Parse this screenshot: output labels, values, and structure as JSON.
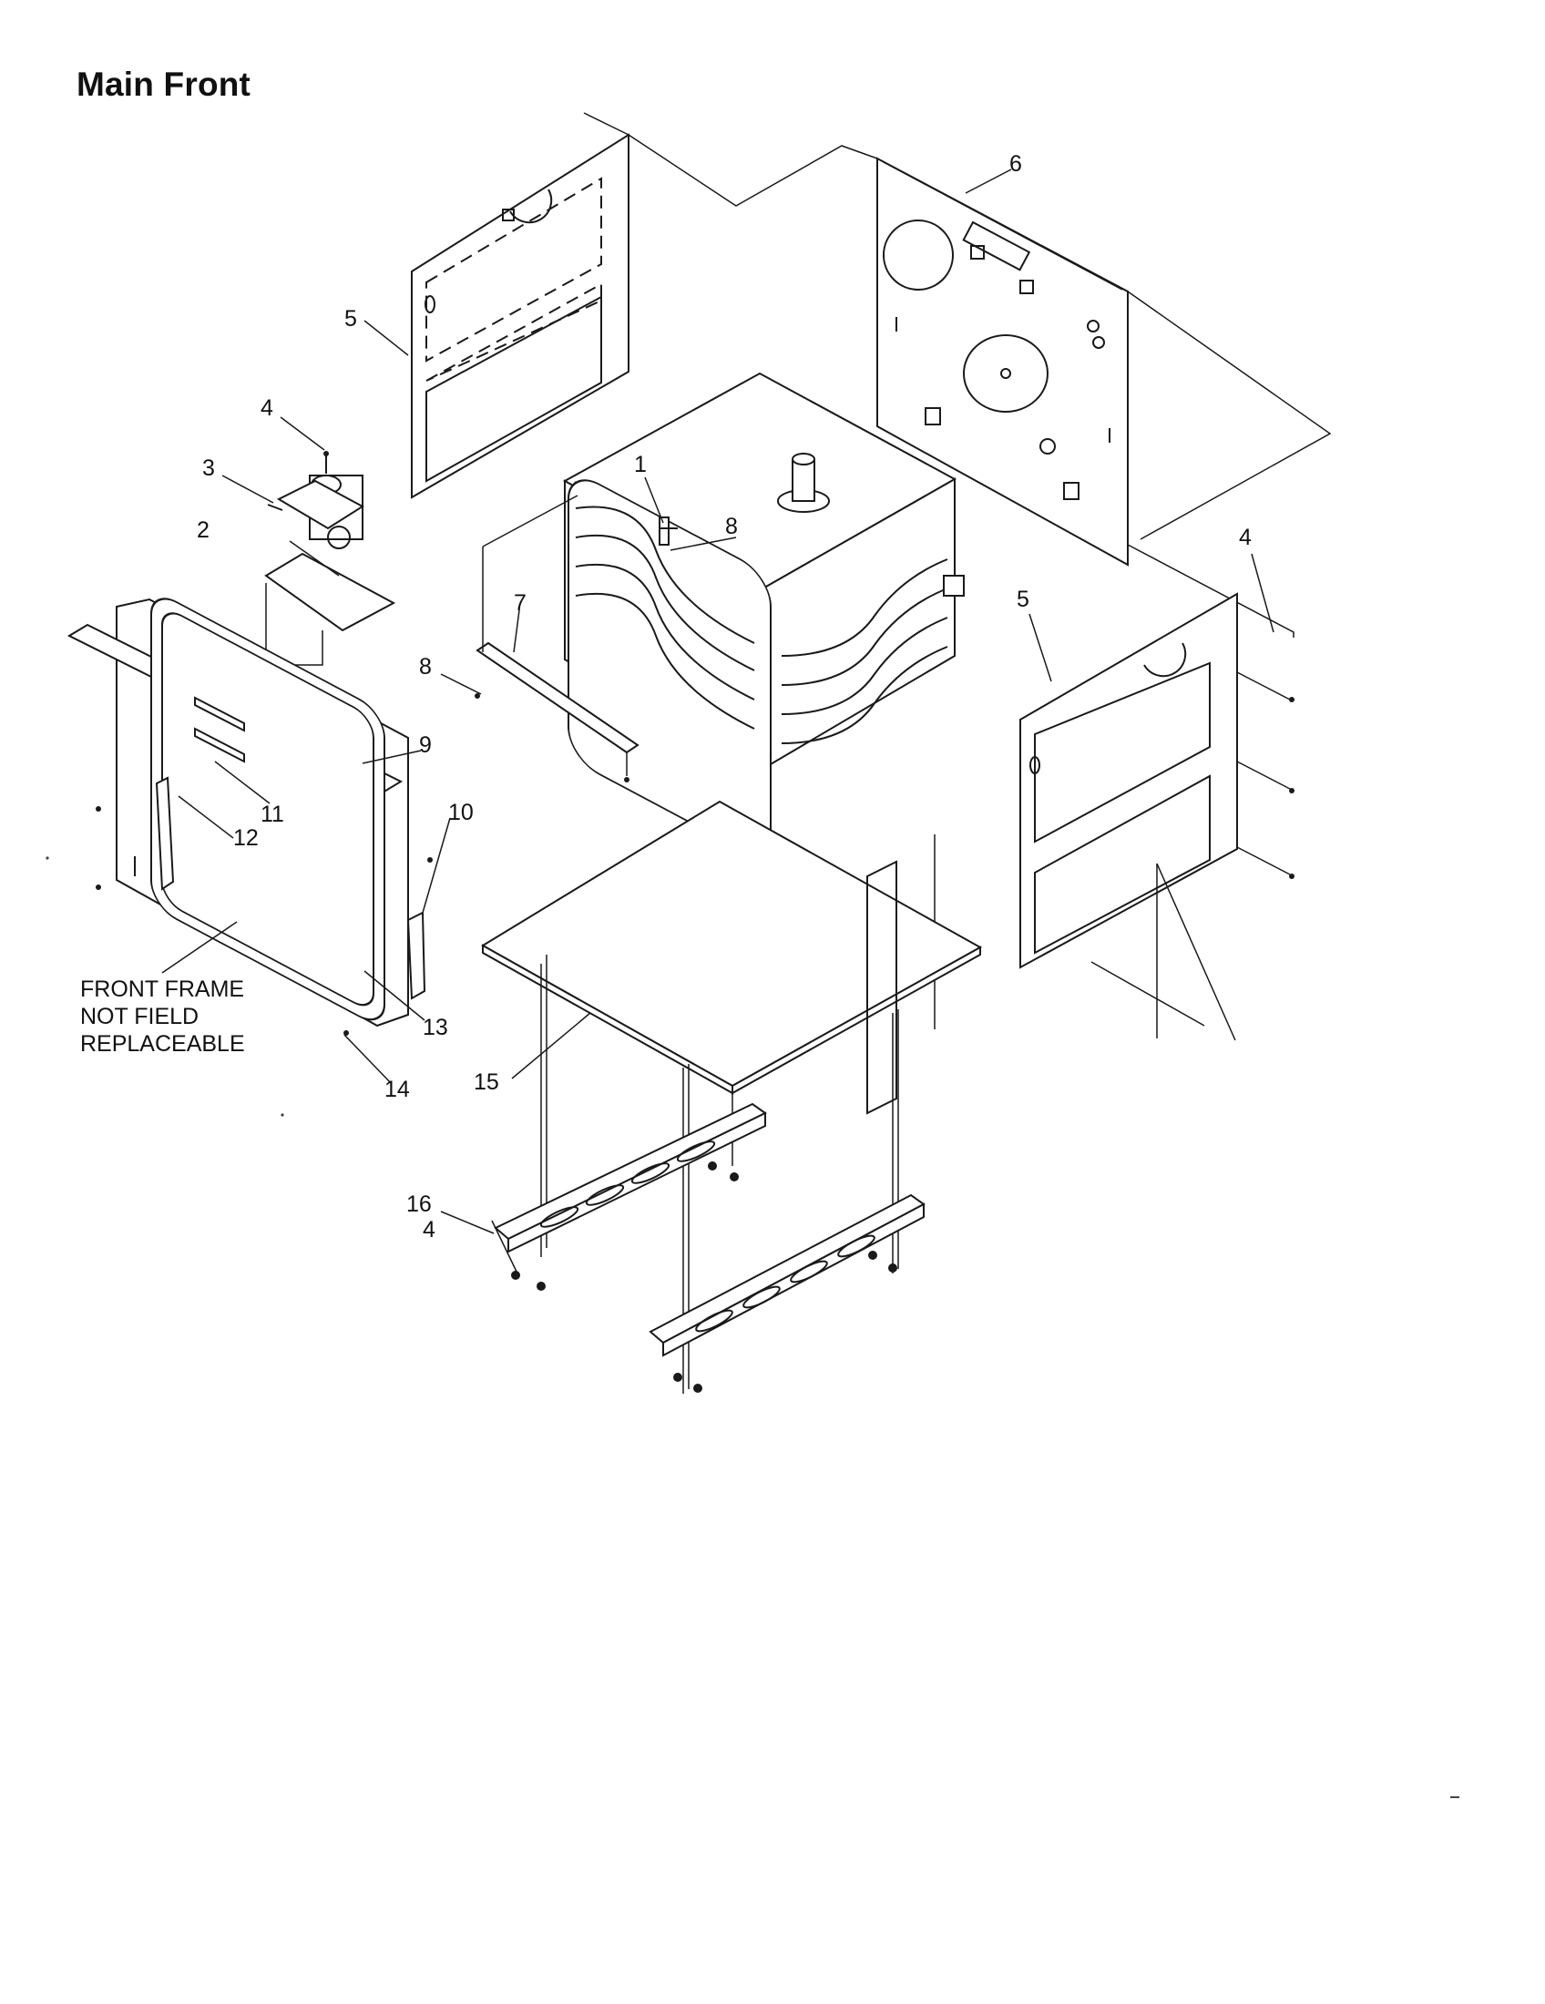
{
  "title": "Main Front",
  "note": [
    "FRONT FRAME",
    "NOT FIELD",
    "REPLACEABLE"
  ],
  "callouts": [
    "1",
    "2",
    "3",
    "4",
    "4",
    "4",
    "5",
    "5",
    "6",
    "7",
    "8",
    "8",
    "9",
    "10",
    "11",
    "12",
    "13",
    "14",
    "15",
    "16"
  ],
  "colors": {
    "ink": "#1a1a1a",
    "background": "#ffffff"
  }
}
